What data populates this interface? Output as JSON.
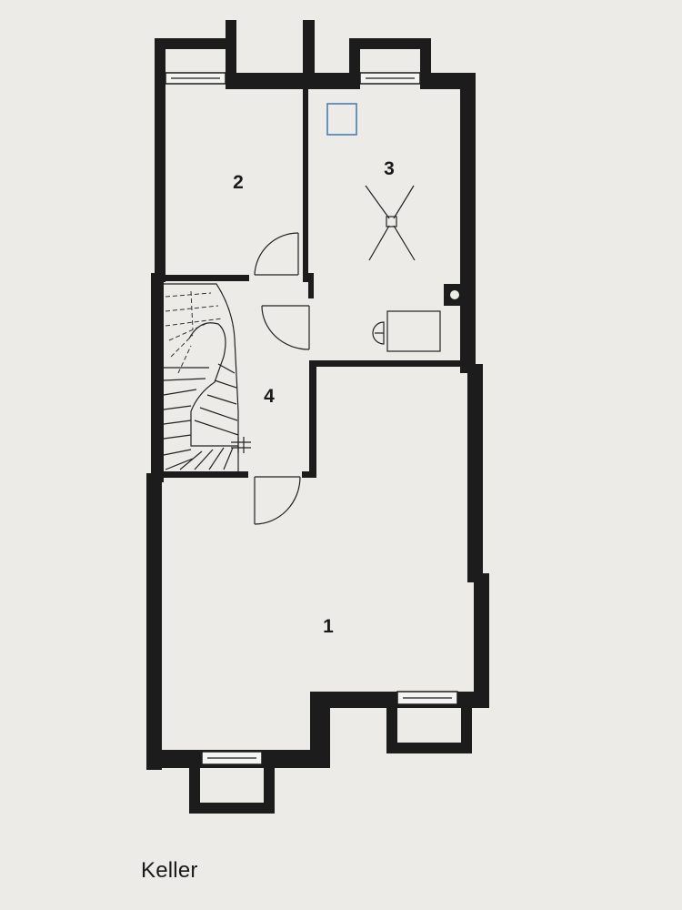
{
  "caption": "Keller",
  "rooms": [
    {
      "number": "1"
    },
    {
      "number": "2"
    },
    {
      "number": "3"
    },
    {
      "number": "4"
    }
  ],
  "colors": {
    "background": "#ecebe7",
    "wall": "#1c1c1c",
    "accent_square": "#4a7fb5"
  }
}
